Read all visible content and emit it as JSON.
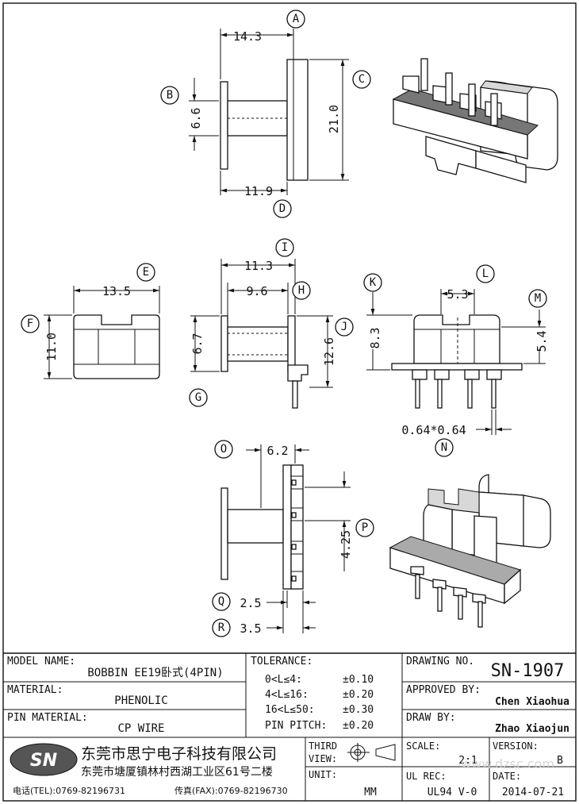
{
  "dims": {
    "a": "14.3",
    "b": "6.6",
    "c": "21.0",
    "d": "11.9",
    "e": "13.5",
    "f": "11.0",
    "g": "6.7",
    "h": "9.6",
    "i": "11.3",
    "j": "12.6",
    "k": "8.3",
    "l": "5.3",
    "m": "5.4",
    "n": "0.64*0.64",
    "o": "6.2",
    "p": "4.25",
    "q": "2.5",
    "r": "3.5"
  },
  "labels": {
    "A": "A",
    "B": "B",
    "C": "C",
    "D": "D",
    "E": "E",
    "F": "F",
    "G": "G",
    "H": "H",
    "I": "I",
    "J": "J",
    "K": "K",
    "L": "L",
    "M": "M",
    "N": "N",
    "O": "O",
    "P": "P",
    "Q": "Q",
    "R": "R"
  },
  "title_block": {
    "model_name_label": "MODEL NAME:",
    "model_name": "BOBBIN EE19卧式(4PIN)",
    "material_label": "MATERIAL:",
    "material": "PHENOLIC",
    "pin_material_label": "PIN MATERIAL:",
    "pin_material": "CP WIRE",
    "tolerance_label": "TOLERANCE:",
    "tolerances": [
      {
        "range": "0<L≤4:",
        "value": "±0.10"
      },
      {
        "range": "4<L≤16:",
        "value": "±0.20"
      },
      {
        "range": "16<L≤50:",
        "value": "±0.30"
      },
      {
        "range": "PIN PITCH:",
        "value": "±0.20"
      }
    ],
    "drawing_no_label": "DRAWING NO.",
    "drawing_no": "SN-1907",
    "approved_by_label": "APPROVED BY:",
    "approved_by": "Chen Xiaohua",
    "draw_by_label": "DRAW BY:",
    "draw_by": "Zhao Xiaojun",
    "logo_text": "SN",
    "company_name": "东莞市思宁电子科技有限公司",
    "company_address": "东莞市塘厦镇林村西湖工业区61号二楼",
    "phone": "电话(TEL):0769-82196731",
    "fax": "传真(FAX):0769-82196730",
    "third_view_label_1": "THIRD",
    "third_view_label_2": "VIEW:",
    "unit_label": "UNIT:",
    "unit": "MM",
    "scale_label": "SCALE:",
    "scale": "2:1",
    "version_label": "VERSION:",
    "version": "B",
    "ul_rec_label": "UL REC:",
    "ul_rec": "UL94 V-0",
    "date_label": "DATE:",
    "date": "2014-07-21",
    "watermark": "www.dzsc.com"
  }
}
